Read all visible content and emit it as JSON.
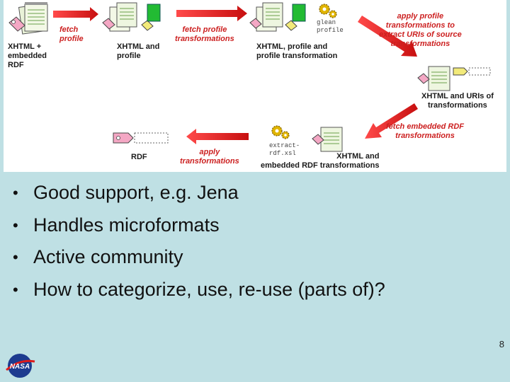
{
  "diagram": {
    "labels": {
      "xhtml_embedded_rdf": "XHTML +\nembedded\nRDF",
      "fetch_profile": "fetch\nprofile",
      "xhtml_and_profile": "XHTML and\nprofile",
      "fetch_profile_transformations": "fetch profile\ntransformations",
      "xhtml_profile_transformation": "XHTML, profile and\nprofile transformation",
      "glean_profile": "glean\nprofile",
      "apply_profile_transformations": "apply profile\ntransformations to\nextract URIs of source\ntransformations",
      "xhtml_and_uris": "XHTML and URIs of\ntransformations",
      "fetch_embedded_rdf_transformations": "fetch embedded RDF\ntransformations",
      "extract_rdf_xsl": "extract-\nrdf.xsl",
      "xhtml_and_embedded_rdf_transformations": "XHTML and\nembedded RDF transformations",
      "apply_transformations": "apply\ntransformations",
      "rdf": "RDF"
    }
  },
  "bullets": [
    "Good support, e.g. Jena",
    "Handles microformats",
    "Active community",
    "How to categorize, use, re-use (parts of)?"
  ],
  "bullet_glyph": "•",
  "page_number": "8",
  "logo": {
    "text": "NASA"
  },
  "colors": {
    "background": "#bfe0e4",
    "arrow_red": "#dd1c1c",
    "label_red": "#cc1f1f",
    "doc_green": "#22bb33",
    "tag_pink": "#f4a7c4",
    "tag_yellow": "#f2ea7a",
    "gear_yellow": "#e0b400",
    "logo_blue": "#1d3b8f"
  }
}
